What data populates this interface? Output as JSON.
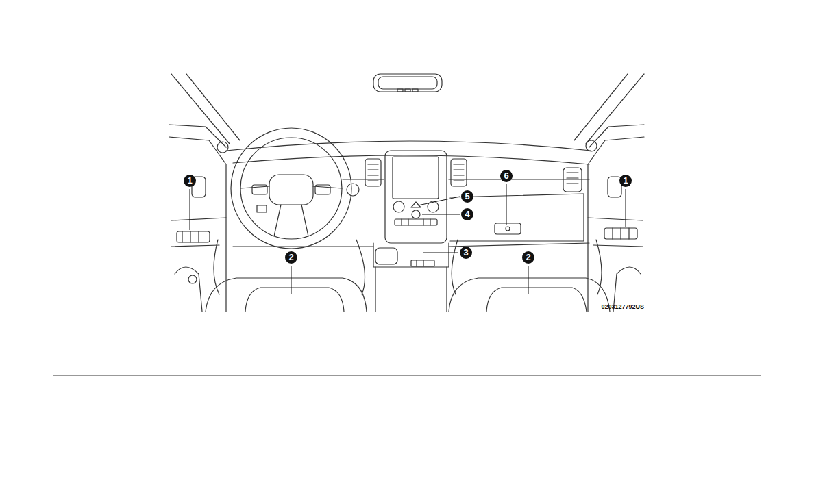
{
  "diagram": {
    "labels": [
      "1",
      "6",
      "1",
      "5",
      "4",
      "3",
      "2",
      "2",
      "0203127792US"
    ]
  }
}
